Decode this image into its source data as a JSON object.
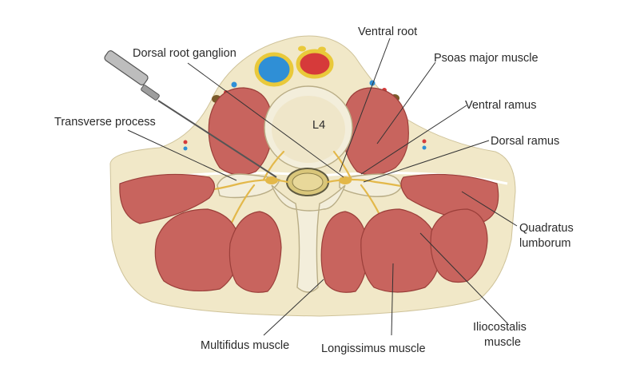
{
  "labels": {
    "dorsal_root_ganglion": "Dorsal root ganglion",
    "ventral_root": "Ventral root",
    "psoas_major": "Psoas major muscle",
    "ventral_ramus": "Ventral ramus",
    "transverse_process": "Transverse process",
    "dorsal_ramus": "Dorsal ramus",
    "vertebra": "L4",
    "quadratus_line1": "Quadratus",
    "quadratus_line2": "lumborum",
    "multifidus": "Multifidus muscle",
    "longissimus": "Longissimus muscle",
    "iliocostalis_line1": "Iliocostalis",
    "iliocostalis_line2": "muscle"
  },
  "colors": {
    "muscle": "#c8645e",
    "tissue": "#f1e8c8",
    "bone": "#f3eedb",
    "nerve": "#e3b84a",
    "artery": "#d63a3a",
    "vein": "#2f8fd6"
  },
  "icons": {
    "needle": "needle-icon"
  }
}
